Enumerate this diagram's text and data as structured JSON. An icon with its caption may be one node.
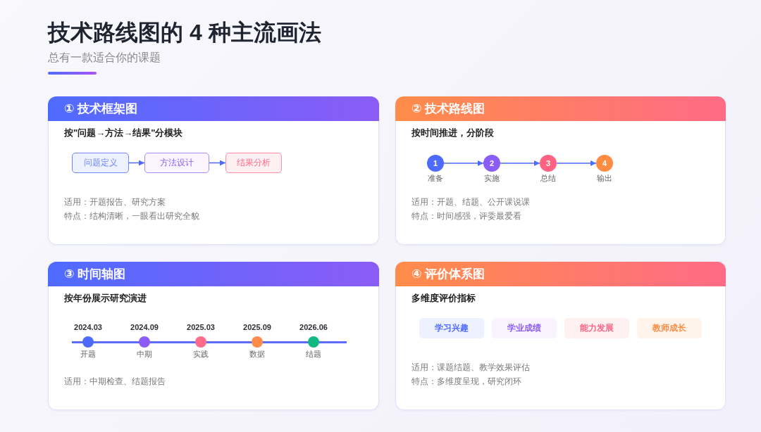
{
  "diagram": {
    "title": "技术路线图的 4 种主流画法",
    "nodes": [
      {
        "text": [
          "① 技术框架图",
          "按\"问题→方法→结果\"分模块",
          "适用：开题报告、研究方案",
          "特点：结构清晰，一眼看出研究全貌"
        ]
      },
      {
        "text": [
          "问题定义"
        ],
        "in": 0
      },
      {
        "text": [
          "方法设计"
        ],
        "in": 0
      },
      {
        "text": [
          "结果分析"
        ],
        "in": 0
      },
      {
        "text": [
          "② 技术路线图",
          "按时间推进，分阶段",
          "适用：开题、结题、公开课说课",
          "特点：时间感强，评委最爱看"
        ]
      },
      {
        "text": [
          "1"
        ],
        "in": 4,
        "beside": [
          "准备"
        ]
      },
      {
        "text": [
          "2"
        ],
        "in": 4,
        "beside": [
          "实施"
        ]
      },
      {
        "text": [
          "3"
        ],
        "in": 4,
        "beside": [
          "总结"
        ]
      },
      {
        "text": [
          "4"
        ],
        "in": 4,
        "beside": [
          "输出"
        ]
      },
      {
        "text": [
          "③ 时间轴图",
          "按年份展示研究演进",
          "适用：中期检查、结题报告"
        ]
      },
      {
        "text": [],
        "shape": "circle",
        "in": 9,
        "beside": [
          "2024.03",
          "开题"
        ]
      },
      {
        "text": [],
        "shape": "circle",
        "in": 9,
        "beside": [
          "2024.09",
          "中期"
        ]
      },
      {
        "text": [],
        "shape": "circle",
        "in": 9,
        "beside": [
          "2025.03",
          "实践"
        ]
      },
      {
        "text": [],
        "shape": "circle",
        "in": 9,
        "beside": [
          "2025.09",
          "数据"
        ]
      },
      {
        "text": [],
        "shape": "circle",
        "in": 9,
        "beside": [
          "2026.06",
          "结题"
        ]
      },
      {
        "text": [
          "④ 评价体系图",
          "多维度评价指标",
          "适用：课题结题、教学效果评估",
          "特点：多维度呈现，研究闭环"
        ]
      },
      {
        "text": [
          "学习兴趣"
        ],
        "in": 15
      },
      {
        "text": [
          "学业成绩"
        ],
        "in": 15
      },
      {
        "text": [
          "能力发展"
        ],
        "in": 15
      },
      {
        "text": [
          "教师成长"
        ],
        "in": 15
      }
    ],
    "edges": [
      {
        "from": 1,
        "to": 2,
        "arrow": "to"
      },
      {
        "from": 2,
        "to": 3,
        "arrow": "to"
      },
      {
        "from": 5,
        "to": 6,
        "arrow": "to"
      },
      {
        "from": 6,
        "to": 7,
        "arrow": "to"
      },
      {
        "from": 7,
        "to": 8,
        "arrow": "to"
      }
    ],
    "labels": [
      "总有一款适合你的课题"
    ]
  }
}
